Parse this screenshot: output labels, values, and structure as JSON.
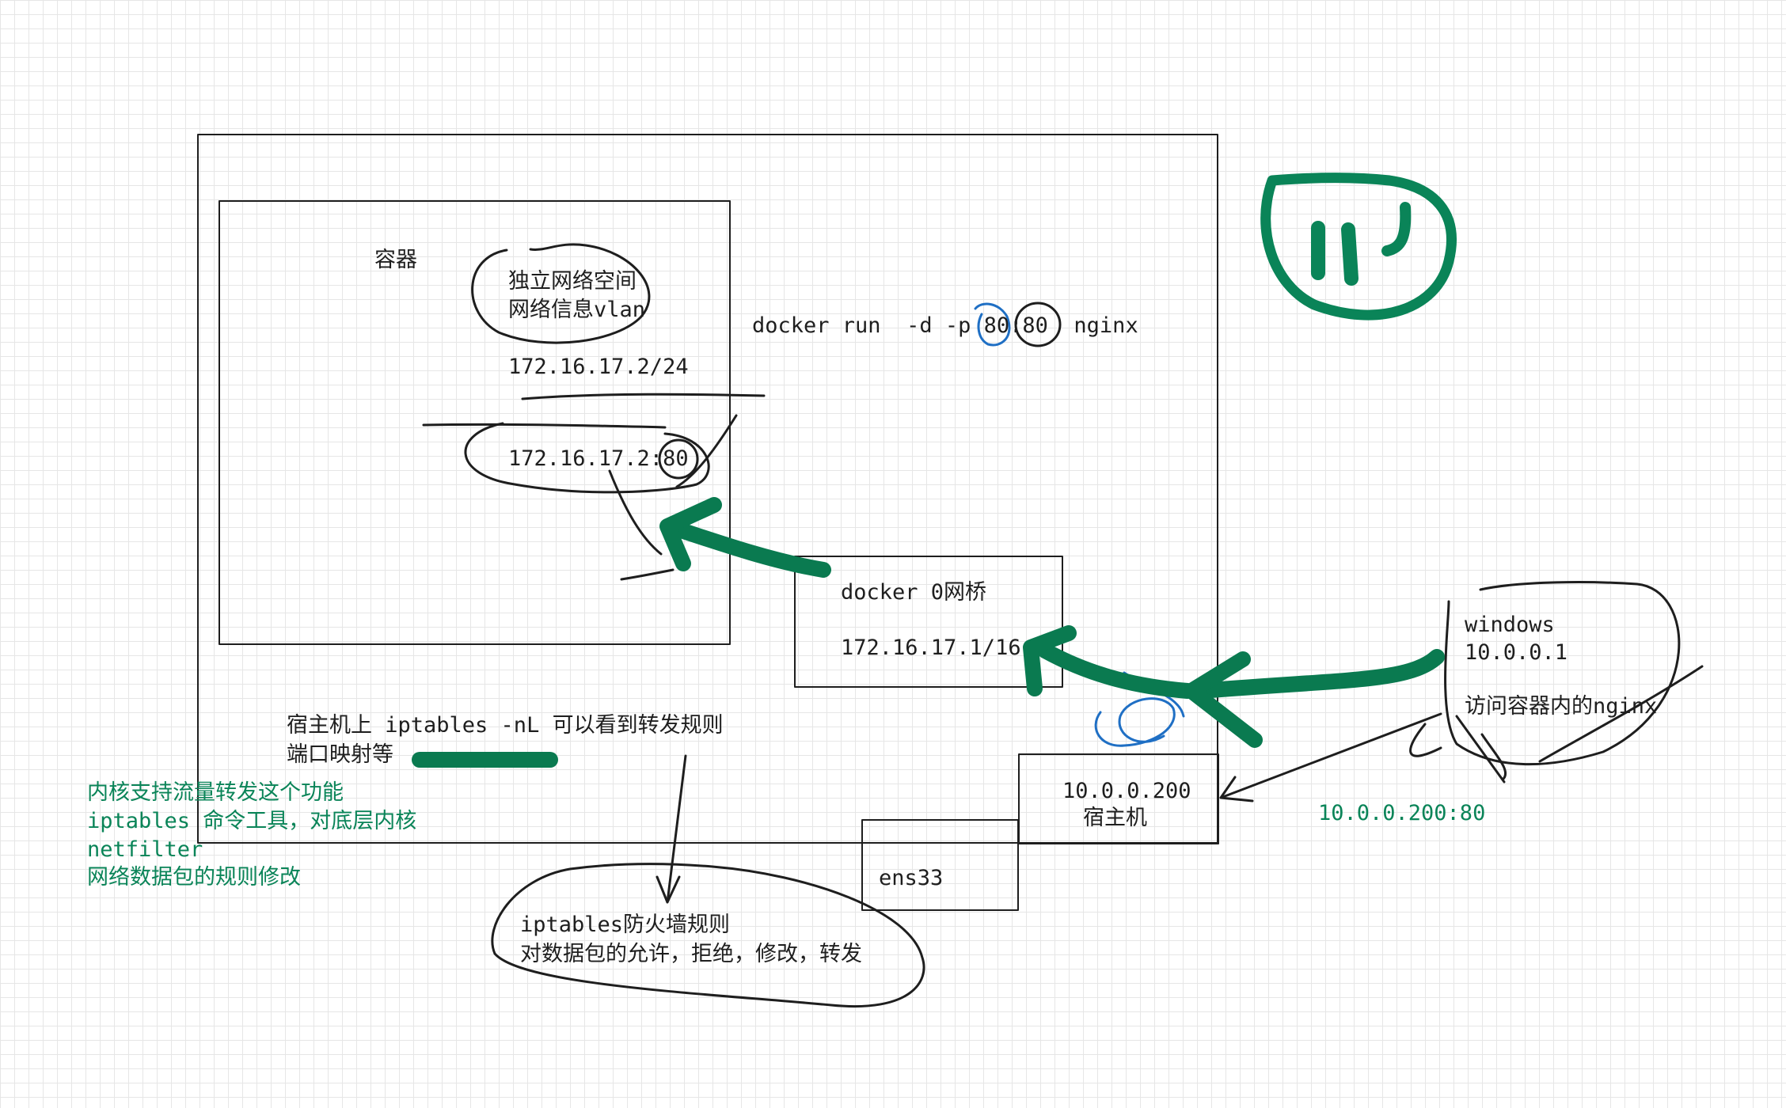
{
  "colors": {
    "ink": "#1e1e1e",
    "green_note": "#0a8458",
    "green_arrow": "#0a7a50",
    "blue_mark": "#1f6fc4",
    "grid": "#e6e6e6"
  },
  "container": {
    "label": "容器",
    "netns_line1": "独立网络空间",
    "netns_line2": "网络信息vlan",
    "ip_cidr": "172.16.17.2/24",
    "ip_port": "172.16.17.2:80"
  },
  "command": {
    "prefix": "docker run  -d -p ",
    "host_port": "80",
    "sep": ":",
    "container_port": "80",
    "image": "  nginx"
  },
  "bridge": {
    "name": "docker 0网桥",
    "ip": "172.16.17.1/16"
  },
  "host": {
    "ip": "10.0.0.200",
    "label": "宿主机",
    "nic": "ens33"
  },
  "windows": {
    "name": "windows",
    "ip": "10.0.0.1",
    "action": "访问容器内的nginx",
    "target": "10.0.0.200:80"
  },
  "iptables_note": {
    "line1": "宿主机上 iptables -nL 可以看到转发规则",
    "line2": "端口映射等"
  },
  "kernel_note": {
    "line1": "内核支持流量转发这个功能",
    "line2": "iptables 命令工具，对底层内核",
    "line3": "netfilter",
    "line4": "网络数据包的规则修改"
  },
  "firewall": {
    "line1": "iptables防火墙规则",
    "line2": "对数据包的允许，拒绝，修改，转发"
  }
}
